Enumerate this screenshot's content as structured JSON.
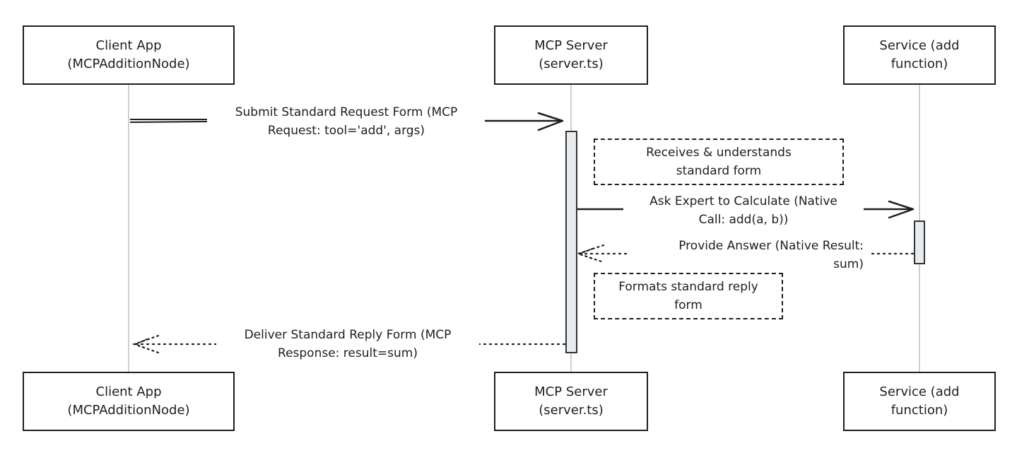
{
  "participants": [
    {
      "id": "client",
      "label": "Client App\n(MCPAdditionNode)"
    },
    {
      "id": "server",
      "label": "MCP Server\n(server.ts)"
    },
    {
      "id": "service",
      "label": "Service (add\nfunction)"
    }
  ],
  "messages": [
    {
      "from": "client",
      "to": "server",
      "style": "solid",
      "label": "Submit Standard Request Form (MCP\nRequest: tool='add', args)"
    },
    {
      "from": "server",
      "to": "service",
      "style": "solid",
      "label": "Ask Expert to Calculate (Native\nCall: add(a, b))"
    },
    {
      "from": "service",
      "to": "server",
      "style": "dotted",
      "label": "Provide Answer (Native Result:\nsum)"
    },
    {
      "from": "server",
      "to": "client",
      "style": "dotted",
      "label": "Deliver Standard Reply Form (MCP\nResponse: result=sum)"
    }
  ],
  "notes": [
    {
      "label": "Receives & understands\nstandard form"
    },
    {
      "label": "Formats standard reply\nform"
    }
  ],
  "colors": {
    "stroke": "#1e1e1e",
    "lifeline": "#b0b0b0",
    "activation_fill": "#e9ecef"
  }
}
